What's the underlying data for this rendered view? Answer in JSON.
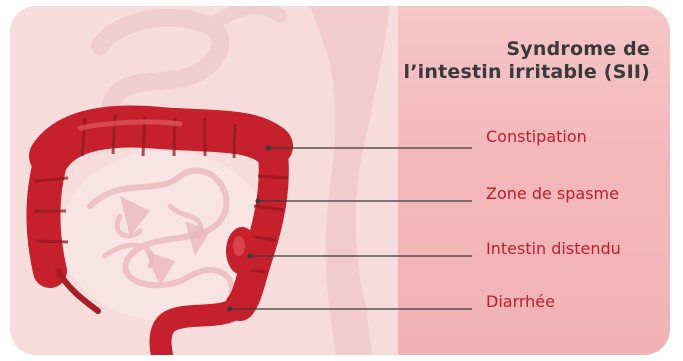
{
  "title": {
    "line1": "Syndrome de",
    "line2": "l’intestin irritable (SII)"
  },
  "labels": [
    {
      "text": "Constipation"
    },
    {
      "text": "Zone de spasme"
    },
    {
      "text": "Intestin distendu"
    },
    {
      "text": "Diarrhée"
    }
  ],
  "colors": {
    "background_left": "#f7dcdc",
    "background_right": "#f3b7ba",
    "colon_red": "#c5202c",
    "colon_dark": "#8e1a22",
    "small_intestine": "#f9e6e6",
    "label_red": "#c01e2a",
    "title_text": "#3a3a3a",
    "leader_line": "#3a3a3a"
  }
}
